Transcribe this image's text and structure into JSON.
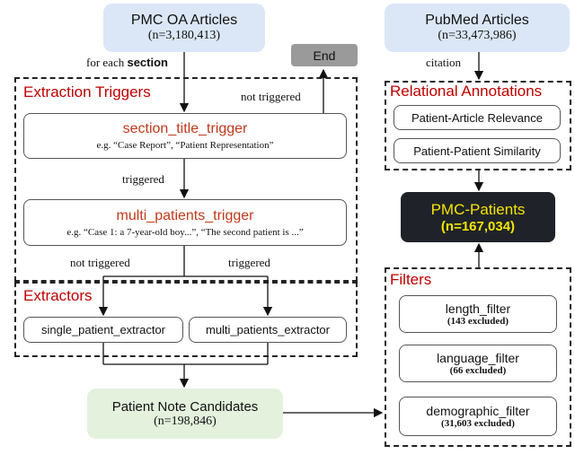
{
  "pmc_oa": {
    "title": "PMC OA Articles",
    "count": "(n=3,180,413)"
  },
  "pubmed": {
    "title": "PubMed Articles",
    "count": "(n=33,473,986)"
  },
  "end_label": "End",
  "edge_labels": {
    "for_each": "for each",
    "section": "section",
    "not_triggered_top": "not triggered",
    "triggered": "triggered",
    "not_triggered_bottom": "not triggered",
    "triggered_bottom": "triggered",
    "citation": "citation"
  },
  "extraction_triggers": {
    "title": "Extraction Triggers",
    "section_trigger": {
      "name": "section_title_trigger",
      "example": "e.g. “Case Report”, “Patient Representation”"
    },
    "multi_trigger": {
      "name": "multi_patients_trigger",
      "example": "e.g. “Case 1: a 7-year-old boy...”, “The second patient is ...”"
    }
  },
  "extractors": {
    "title": "Extractors",
    "single": "single_patient_extractor",
    "multi": "multi_patients_extractor"
  },
  "candidates": {
    "title": "Patient Note Candidates",
    "count": "(n=198,846)"
  },
  "relational": {
    "title": "Relational Annotations",
    "items": [
      "Patient-Article Relevance",
      "Patient-Patient Similarity"
    ]
  },
  "pmc_patients": {
    "title": "PMC-Patients",
    "count": "(n=167,034)"
  },
  "filters": {
    "title": "Filters",
    "items": [
      {
        "name": "length_filter",
        "excluded": "(143 excluded)"
      },
      {
        "name": "language_filter",
        "excluded": "(66 excluded)"
      },
      {
        "name": "demographic_filter",
        "excluded": "(31,603 excluded)"
      }
    ]
  },
  "colors": {
    "accent_red": "#c00000",
    "trigger_orange": "#c0391b",
    "highlight_yellow": "#f5e400",
    "dark_box": "#1f2329"
  }
}
